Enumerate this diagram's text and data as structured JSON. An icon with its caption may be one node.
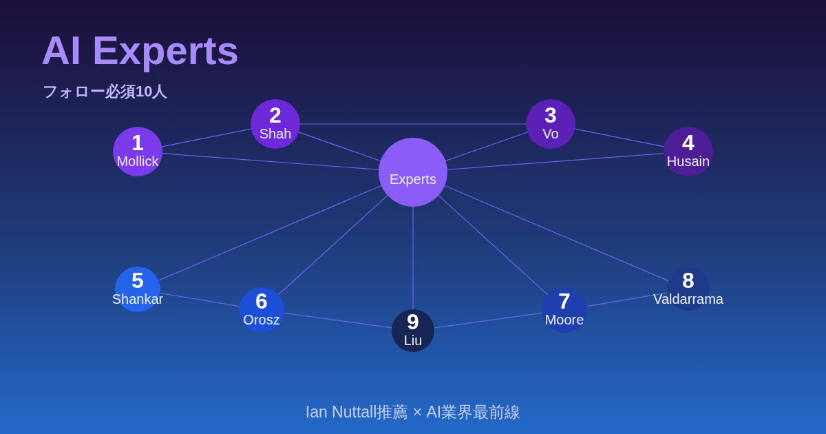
{
  "diagram": {
    "title": "AI Experts",
    "nodes": [
      {
        "text": [
          "Experts"
        ]
      },
      {
        "text": [
          "1",
          "Mollick"
        ]
      },
      {
        "text": [
          "2",
          "Shah"
        ]
      },
      {
        "text": [
          "3",
          "Vo"
        ]
      },
      {
        "text": [
          "4",
          "Husain"
        ]
      },
      {
        "text": [
          "5",
          "Shankar"
        ]
      },
      {
        "text": [
          "6",
          "Orosz"
        ]
      },
      {
        "text": [
          "7",
          "Moore"
        ]
      },
      {
        "text": [
          "8",
          "Valdarrama"
        ]
      },
      {
        "text": [
          "9",
          "Liu"
        ]
      }
    ],
    "edges": [
      {
        "from": 1,
        "to": 2,
        "arrow": "none"
      },
      {
        "from": 2,
        "to": 3,
        "arrow": "none"
      },
      {
        "from": 3,
        "to": 4,
        "arrow": "none"
      },
      {
        "from": 0,
        "to": 1,
        "arrow": "none"
      },
      {
        "from": 0,
        "to": 2,
        "arrow": "none"
      },
      {
        "from": 0,
        "to": 3,
        "arrow": "none"
      },
      {
        "from": 0,
        "to": 4,
        "arrow": "none"
      },
      {
        "from": 0,
        "to": 5,
        "arrow": "none"
      },
      {
        "from": 0,
        "to": 6,
        "arrow": "none"
      },
      {
        "from": 0,
        "to": 9,
        "arrow": "none"
      },
      {
        "from": 0,
        "to": 7,
        "arrow": "none"
      },
      {
        "from": 0,
        "to": 8,
        "arrow": "none"
      },
      {
        "from": 5,
        "to": 6,
        "arrow": "none"
      },
      {
        "from": 6,
        "to": 9,
        "arrow": "none"
      },
      {
        "from": 9,
        "to": 7,
        "arrow": "none"
      },
      {
        "from": 7,
        "to": 8,
        "arrow": "none"
      }
    ],
    "labels": [
      "フォロー必須10人",
      "Ian Nuttall推薦 × AI業界最前線"
    ]
  }
}
